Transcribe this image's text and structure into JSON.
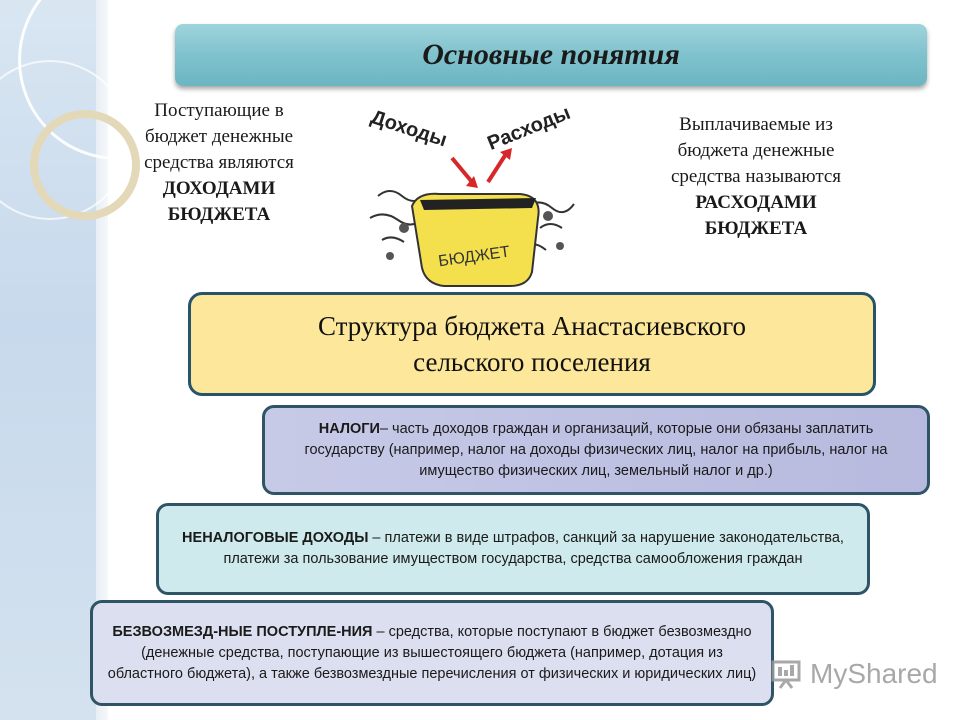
{
  "header": {
    "title": "Основные понятия"
  },
  "left": {
    "line1": "Поступающие в",
    "line2": "бюджет денежные",
    "line3": "средства являются",
    "bold1": "ДОХОДАМИ",
    "bold2": "БЮДЖЕТА"
  },
  "right": {
    "line1": "Выплачиваемые из",
    "line2": "бюджета денежные",
    "line3": "средства называются",
    "bold1": "РАСХОДАМИ",
    "bold2": "БЮДЖЕТА"
  },
  "picture": {
    "income": "Доходы",
    "expense": "Расходы",
    "budget": "БЮДЖЕТ"
  },
  "structure": {
    "line1": "Структура бюджета Анастасиевского",
    "line2": "сельского поселения"
  },
  "taxes": {
    "term": "НАЛОГИ",
    "text": "– часть доходов граждан и организаций, которые  они обязаны заплатить государству (например, налог на доходы физических лиц, налог на прибыль, налог на имущество физических лиц, земельный налог и др.)"
  },
  "nontax": {
    "term": "НЕНАЛОГОВЫЕ ДОХОДЫ",
    "text": " – платежи в виде штрафов, санкций за нарушение законодательства, платежи за пользование имуществом государства, средства самообложения граждан"
  },
  "gratuitous": {
    "term": "БЕЗВОЗМЕЗД-НЫЕ ПОСТУПЛЕ-НИЯ",
    "text": " – средства, которые поступают в бюджет безвозмездно (денежные средства, поступающие из вышестоящего бюджета (например, дотация из областного бюджета), а также безвозмездные перечисления от физических и юридических лиц)"
  },
  "watermark": {
    "text": "MyShared"
  },
  "colors": {
    "header": "#7fc2cd",
    "structure": "#fce79a",
    "taxes_box": "#c0c3e3",
    "nontax_box": "#cfeaec",
    "gratuitous_box": "#dcdff0",
    "border": "#2e5466"
  }
}
